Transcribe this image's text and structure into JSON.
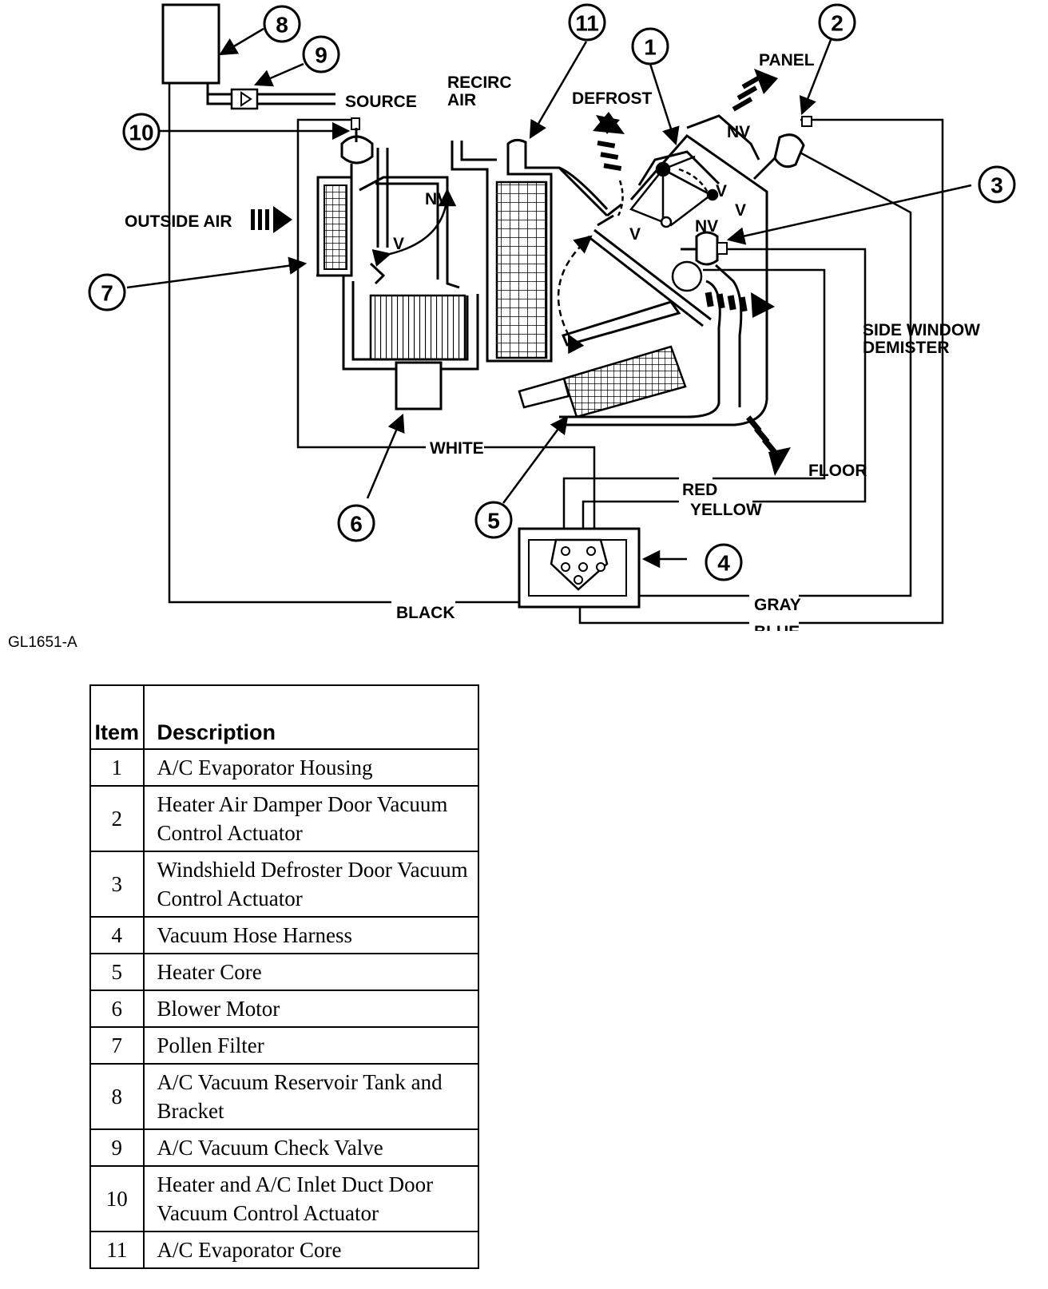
{
  "figure_id": "GL1651-A",
  "labels": {
    "source": "SOURCE",
    "recirc_air": [
      "RECIRC",
      "AIR"
    ],
    "defrost": "DEFROST",
    "panel": "PANEL",
    "outside_air": "OUTSIDE AIR",
    "side_window_demister": [
      "SIDE WINDOW",
      "DEMISTER"
    ],
    "floor": "FLOOR",
    "nv": "NV",
    "v": "V"
  },
  "hoses": {
    "white": "WHITE",
    "red": "RED",
    "yellow": "YELLOW",
    "black": "BLACK",
    "gray": "GRAY",
    "blue": "BLUE"
  },
  "callouts": [
    "1",
    "2",
    "3",
    "4",
    "5",
    "6",
    "7",
    "8",
    "9",
    "10",
    "11"
  ],
  "table": {
    "headers": [
      "Item",
      "Description"
    ],
    "rows": [
      {
        "item": "1",
        "description": "A/C Evaporator Housing"
      },
      {
        "item": "2",
        "description": "Heater Air Damper Door Vacuum Control Actuator"
      },
      {
        "item": "3",
        "description": "Windshield Defroster Door Vacuum Control Actuator"
      },
      {
        "item": "4",
        "description": "Vacuum Hose Harness"
      },
      {
        "item": "5",
        "description": "Heater Core"
      },
      {
        "item": "6",
        "description": "Blower Motor"
      },
      {
        "item": "7",
        "description": "Pollen Filter"
      },
      {
        "item": "8",
        "description": "A/C Vacuum Reservoir Tank and Bracket"
      },
      {
        "item": "9",
        "description": "A/C Vacuum Check Valve"
      },
      {
        "item": "10",
        "description": "Heater and A/C Inlet Duct Door Vacuum Control Actuator"
      },
      {
        "item": "11",
        "description": "A/C Evaporator Core"
      }
    ]
  }
}
